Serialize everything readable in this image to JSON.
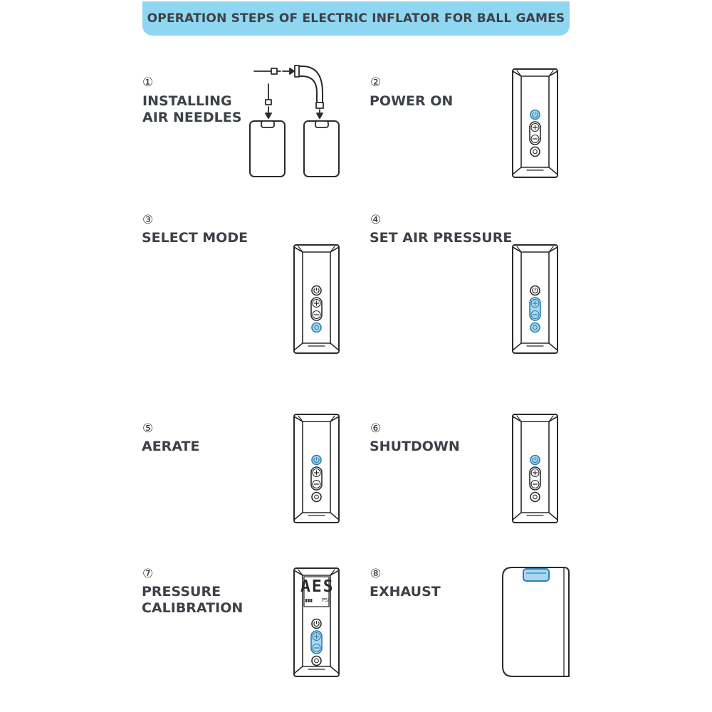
{
  "title": "OPERATION STEPS OF ELECTRIC INFLATOR FOR BALL GAMES",
  "colors": {
    "banner": "#8fd6f0",
    "highlight": "#a9d8ee",
    "highlight_stroke": "#2e7fb0",
    "outline": "#2b2b2b",
    "text": "#3d4148"
  },
  "steps": [
    {
      "number": "①",
      "lines": [
        "INSTALLING",
        "AIR NEEDLES"
      ],
      "icon": "air-needle-install"
    },
    {
      "number": "②",
      "lines": [
        "POWER ON"
      ],
      "icon": "inflator-power-button",
      "highlight": [
        "power"
      ]
    },
    {
      "number": "③",
      "lines": [
        "SELECT MODE"
      ],
      "icon": "inflator-mode-button",
      "highlight": [
        "mode"
      ]
    },
    {
      "number": "④",
      "lines": [
        "SET AIR PRESSURE"
      ],
      "icon": "inflator-plus-minus-buttons",
      "highlight": [
        "plusminus",
        "mode"
      ]
    },
    {
      "number": "⑤",
      "lines": [
        "AERATE"
      ],
      "icon": "inflator-power-button",
      "highlight": [
        "power"
      ]
    },
    {
      "number": "⑥",
      "lines": [
        "SHUTDOWN"
      ],
      "icon": "inflator-power-button",
      "highlight": [
        "power"
      ]
    },
    {
      "number": "⑦",
      "lines": [
        "PRESSURE",
        "CALIBRATION"
      ],
      "icon": "inflator-display",
      "highlight": [
        "plusminus"
      ],
      "display": {
        "reading": "AES",
        "unit": "PSI"
      }
    },
    {
      "number": "⑧",
      "lines": [
        "EXHAUST"
      ],
      "icon": "inflator-exhaust-valve"
    }
  ]
}
